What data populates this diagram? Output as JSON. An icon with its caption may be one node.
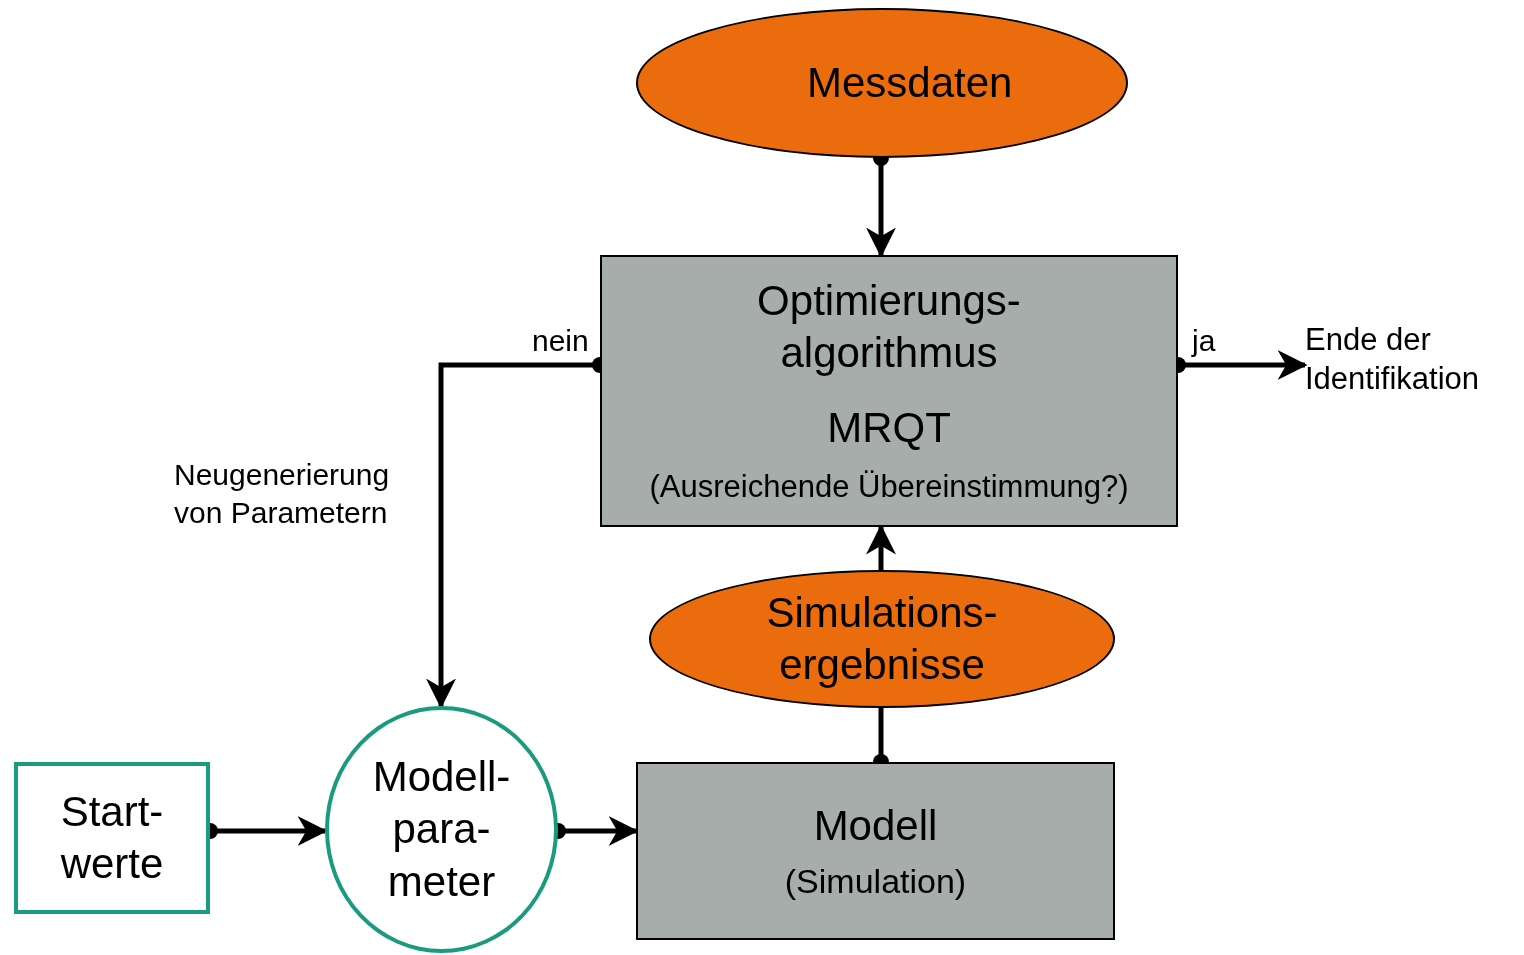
{
  "diagram": {
    "nodes": [
      {
        "text": [
          "Messdaten"
        ]
      },
      {
        "text": [
          "Optimierungs-algorithmus",
          "MRQT",
          "(Ausreichende Übereinstimmung?)"
        ]
      },
      {
        "text": [
          "Ende der Identifikation"
        ]
      },
      {
        "text": [
          "Simulations-ergebnisse"
        ]
      },
      {
        "text": [
          "Start-werte"
        ]
      },
      {
        "text": [
          "Modell-para-meter"
        ]
      },
      {
        "text": [
          "Modell",
          "(Simulation)"
        ]
      }
    ],
    "edges": [
      {
        "from": 0,
        "to": 1,
        "arrow": "to"
      },
      {
        "from": 1,
        "to": 2,
        "arrow": "to",
        "label": "ja"
      },
      {
        "from": 1,
        "to": 5,
        "arrow": "to",
        "label": "nein"
      },
      {
        "from": 3,
        "to": 1,
        "arrow": "to"
      },
      {
        "from": 6,
        "to": 3,
        "arrow": "other"
      },
      {
        "from": 4,
        "to": 5,
        "arrow": "to"
      },
      {
        "from": 5,
        "to": 6,
        "arrow": "to"
      }
    ],
    "labels": [
      "Neugenerierung von Parametern"
    ]
  }
}
